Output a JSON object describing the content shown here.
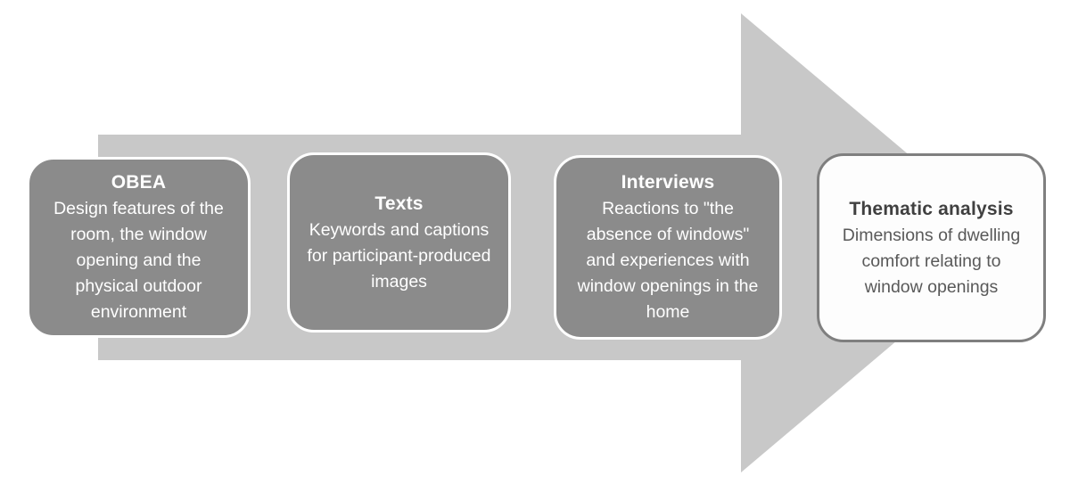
{
  "colors": {
    "arrow": "#c8c8c8",
    "box_dark": "#8b8b8b",
    "box_light_bg": "#fdfdfd",
    "box_light_border": "#7f7f7f",
    "text_light": "#ffffff",
    "text_dark_title": "#404040",
    "text_dark_body": "#595959"
  },
  "diagram": {
    "type": "process-arrow-flow",
    "direction": "left-to-right",
    "steps": [
      {
        "title": "OBEA",
        "body": "Design features of the room, the window opening and the physical outdoor environment",
        "variant": "dark"
      },
      {
        "title": "Texts",
        "body": "Keywords and captions for participant-produced images",
        "variant": "dark"
      },
      {
        "title": "Interviews",
        "body": "Reactions to \"the absence of windows\" and experiences with window openings in the home",
        "variant": "dark"
      },
      {
        "title": "Thematic analysis",
        "body": "Dimensions of dwelling comfort relating to window openings",
        "variant": "outline"
      }
    ]
  }
}
